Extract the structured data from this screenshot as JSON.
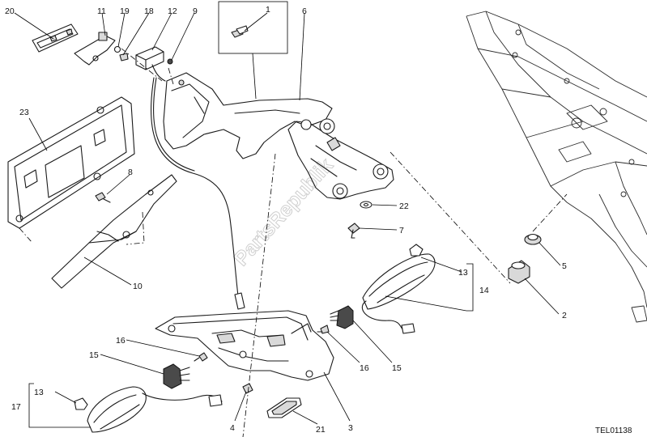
{
  "watermark": "PartsRepublik",
  "drawing_code": "TEL01138",
  "callouts": {
    "c1": "1",
    "c2": "2",
    "c3": "3",
    "c4": "4",
    "c5": "5",
    "c6": "6",
    "c7": "7",
    "c8": "8",
    "c9": "9",
    "c10": "10",
    "c11": "11",
    "c12": "12",
    "c13a": "13",
    "c13b": "13",
    "c14": "14",
    "c15a": "15",
    "c15b": "15",
    "c16a": "16",
    "c16b": "16",
    "c17": "17",
    "c18": "18",
    "c19": "19",
    "c20": "20",
    "c21": "21",
    "c22": "22",
    "c23": "23"
  }
}
